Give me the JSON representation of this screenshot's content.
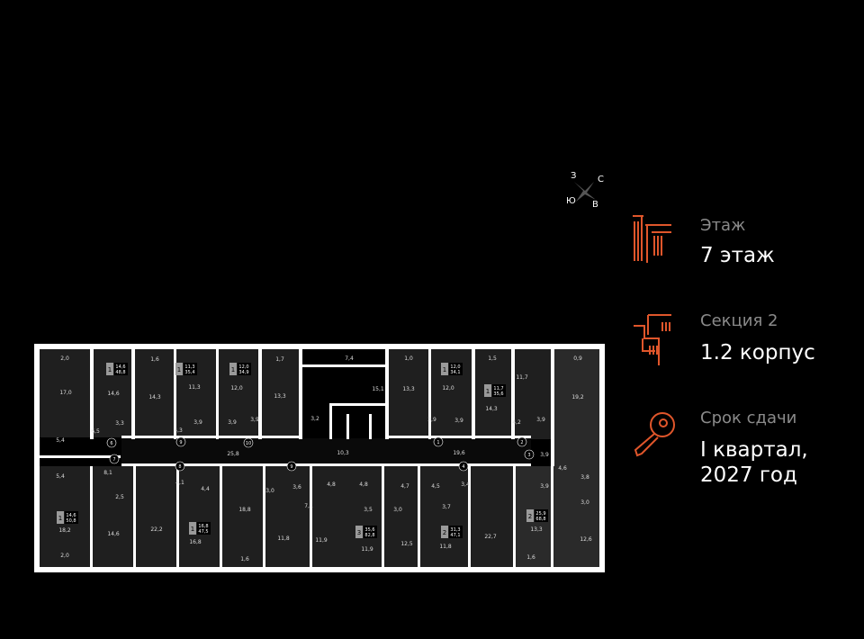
{
  "compass": {
    "west": "З",
    "north": "С",
    "south": "Ю",
    "east": "В"
  },
  "info": {
    "floor": {
      "label": "Этаж",
      "value": "7 этаж",
      "icon": "building-floor-icon"
    },
    "section": {
      "label": "Секция 2",
      "value": "1.2 корпус",
      "icon": "building-section-icon"
    },
    "delivery": {
      "label": "Срок сдачи",
      "value_line1": "I квартал,",
      "value_line2": "2027 год",
      "icon": "key-icon"
    }
  },
  "colors": {
    "accent": "#e0562b",
    "room": "#1f1f1f",
    "wall": "#ffffff",
    "badge": "#9a9a9a"
  },
  "rooms": [
    "2,0",
    "17,0",
    "14,6",
    "3,3",
    "6,5",
    "5,4",
    "5,4",
    "8,1",
    "14,3",
    "1,6",
    "4,3",
    "3,9",
    "11,3",
    "12,0",
    "3,9",
    "1,7",
    "13,3",
    "3,9",
    "3,2",
    "7,4",
    "15,1",
    "10,3",
    "25,8",
    "19,6",
    "1,0",
    "13,3",
    "12,0",
    "3,9",
    "3,9",
    "1,5",
    "14,3",
    "11,7",
    "4,2",
    "3,9",
    "0,9",
    "19,2",
    "3,9",
    "4,6",
    "3,8",
    "3,0",
    "3,9",
    "13,3",
    "1,6",
    "12,6",
    "22,7",
    "3,4",
    "3,7",
    "11,8",
    "4,5",
    "4,7",
    "3,0",
    "12,5",
    "3,5",
    "11,9",
    "4,8",
    "4,8",
    "7,1",
    "11,9",
    "3,6",
    "3,0",
    "18,8",
    "11,8",
    "1,6",
    "4,4",
    "4,1",
    "16,8",
    "22,2",
    "2,5",
    "14,6",
    "18,2",
    "2,0"
  ],
  "doors": [
    "6",
    "7",
    "9",
    "8",
    "10",
    "9",
    "1",
    "2",
    "3",
    "4"
  ],
  "apartments": [
    {
      "rooms": "1",
      "living": "14,6",
      "total": "48,8"
    },
    {
      "rooms": "1",
      "living": "11,3",
      "total": "35,4"
    },
    {
      "rooms": "1",
      "living": "12,0",
      "total": "34,9"
    },
    {
      "rooms": "1",
      "living": "12,0",
      "total": "34,1"
    },
    {
      "rooms": "1",
      "living": "11,7",
      "total": "35,6"
    },
    {
      "rooms": "1",
      "living": "14,6",
      "total": "50,8"
    },
    {
      "rooms": "1",
      "living": "16,8",
      "total": "47,5"
    },
    {
      "rooms": "3",
      "living": "35,6",
      "total": "82,8"
    },
    {
      "rooms": "2",
      "living": "31,3",
      "total": "47,1"
    },
    {
      "rooms": "2",
      "living": "25,9",
      "total": "68,8"
    }
  ]
}
